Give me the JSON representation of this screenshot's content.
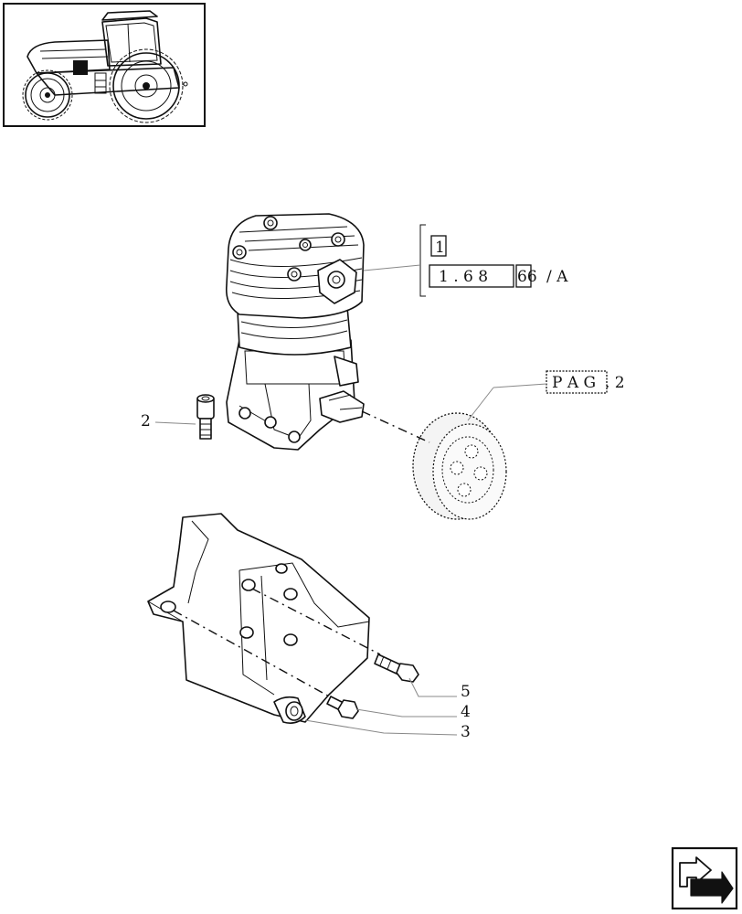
{
  "diagram": {
    "callouts": {
      "item_2": "2",
      "item_3": "3",
      "item_4": "4",
      "item_5": "5"
    },
    "reference_block": {
      "box_1": "1",
      "ref_part_a": "1 . 6 8",
      "ref_part_b": "66",
      "ref_suffix": "/ A"
    },
    "page_reference": {
      "label": "P A G",
      "number": ". 2"
    }
  },
  "icons": {
    "thumbnail": "tractor-thumbnail-icon",
    "navigation": "next-page-arrow-icon"
  }
}
